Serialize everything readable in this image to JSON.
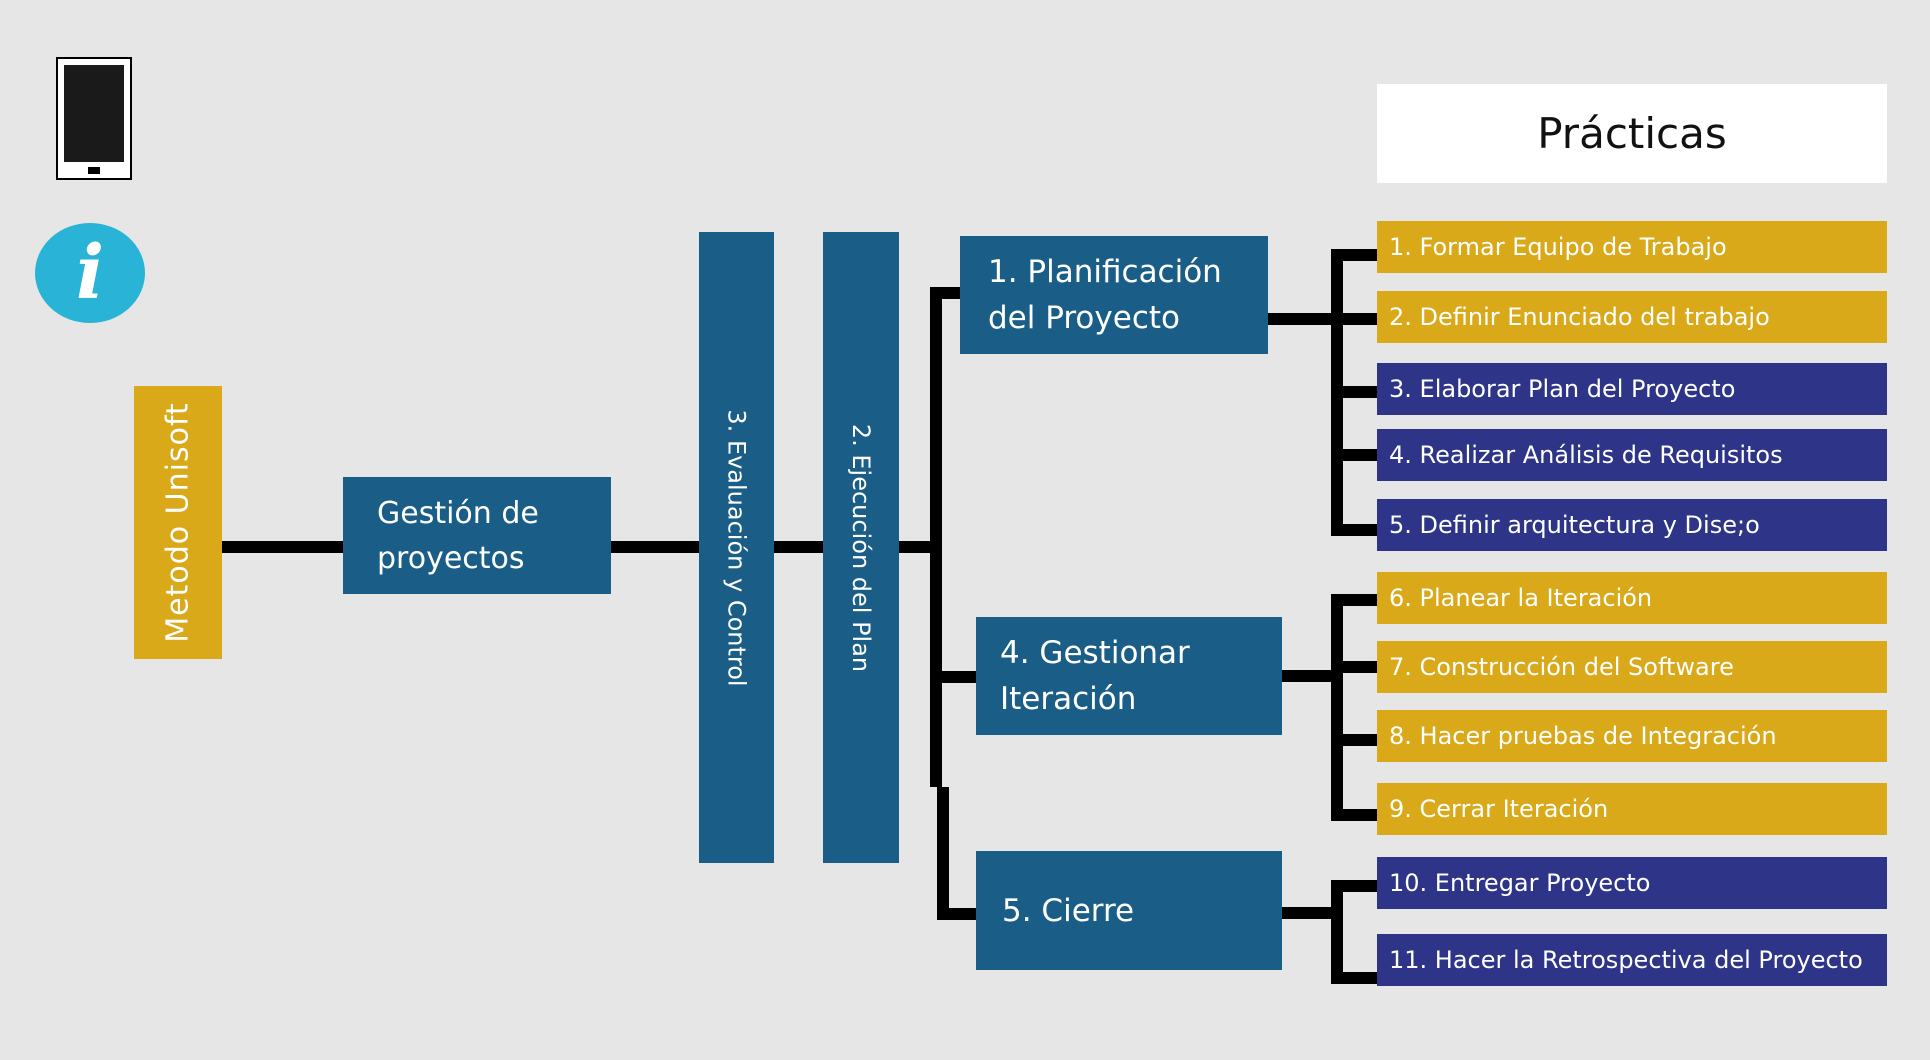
{
  "icons": {
    "device": "tablet-icon",
    "info": "info-icon",
    "info_glyph": "i"
  },
  "colors": {
    "background": "#e6e6e6",
    "blue": "#1a5e88",
    "gold": "#d9a91a",
    "navy": "#2e3487",
    "info": "#29b3d6"
  },
  "root": {
    "label": "Metodo Unisoft"
  },
  "gestion": {
    "label": "Gestión de\nproyectos"
  },
  "columns": {
    "evaluacion": "3. Evaluación y Control",
    "ejecucion": "2. Ejecución del Plan"
  },
  "subprocesses": {
    "planificacion": "1. Planificación\ndel Proyecto",
    "gestionar": "4. Gestionar\nIteración",
    "cierre": "5. Cierre"
  },
  "practicas": {
    "title": "Prácticas",
    "items": [
      "1. Formar Equipo de Trabajo",
      "2. Definir Enunciado del trabajo",
      "3. Elaborar Plan del Proyecto",
      "4. Realizar Análisis de Requisitos",
      "5. Definir arquitectura y Dise;o",
      "6. Planear la Iteración",
      "7. Construcción del Software",
      "8. Hacer pruebas de Integración",
      "9. Cerrar Iteración",
      "10. Entregar Proyecto",
      "11. Hacer la Retrospectiva del Proyecto"
    ]
  }
}
